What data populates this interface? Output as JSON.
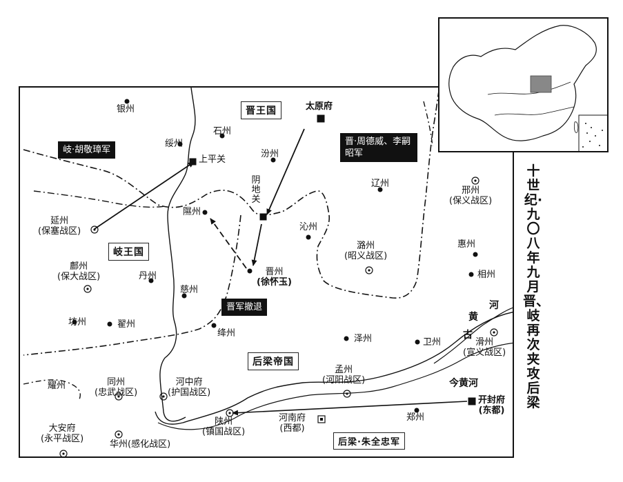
{
  "side_title": "十世纪·九〇八年九月 晋、岐再次夹攻后梁",
  "states": {
    "jin": "晋王国",
    "qi": "岐王国",
    "liang": "后梁帝国"
  },
  "rivers": {
    "huanghe_1": "黄",
    "huanghe_2": "河",
    "gu": "古",
    "jin_huanghe": "今黄河"
  },
  "callouts": {
    "qi_army": "岐·胡敬璋军",
    "jin_army": "晋·周德威、李嗣昭军",
    "jin_retreat": "晋军撤退",
    "liang_army": "后梁·朱全忠军"
  },
  "places": {
    "yinzhou": "银州",
    "suizhou": "绥州",
    "shizhou": "石州",
    "shangpingguan": "上平关",
    "taiyuanfu": "太原府",
    "fenzhou": "汾州",
    "yindiguan": "阴地关",
    "liaozhou": "辽州",
    "xingzhou": "邢州",
    "xingzhou_sub": "(保义战区)",
    "yanzhou": "延州",
    "yanzhou_sub": "(保塞战区)",
    "xizhou": "隰州",
    "qinzhou": "沁州",
    "luzhou": "潞州",
    "luzhou_sub": "(昭义战区)",
    "huizhou": "惠州",
    "fuzhou": "鄜州",
    "fuzhou_sub": "(保大战区)",
    "danzhou": "丹州",
    "cizhou": "慈州",
    "jinzhou": "晋州",
    "jinzhou_sub": "(徐怀玉)",
    "xiangzhou": "相州",
    "fangzhou": "坊州",
    "yaozhou_1": "翟州",
    "jiangzhou": "绛州",
    "zezhou": "泽州",
    "weizhou": "卫州",
    "huazhou_h": "滑州",
    "huazhou_h_sub": "(宣义战区)",
    "yaozhou_2": "耀州",
    "tongzhou": "同州",
    "tongzhou_sub": "(忠武战区)",
    "hezhongfu": "河中府",
    "hezhongfu_sub": "(护国战区)",
    "mengzhou": "孟州",
    "mengzhou_sub": "(河阳战区)",
    "kaifengfu": "开封府",
    "kaifengfu_sub": "(东都)",
    "daanfu": "大安府",
    "daanfu_sub": "(永平战区)",
    "huazhou": "华州(感化战区)",
    "shanzhou": "陕州",
    "shanzhou_sub": "(镇国战区)",
    "henanfu": "河南府",
    "henanfu_sub": "(西都)",
    "zhengzhou": "郑州"
  }
}
